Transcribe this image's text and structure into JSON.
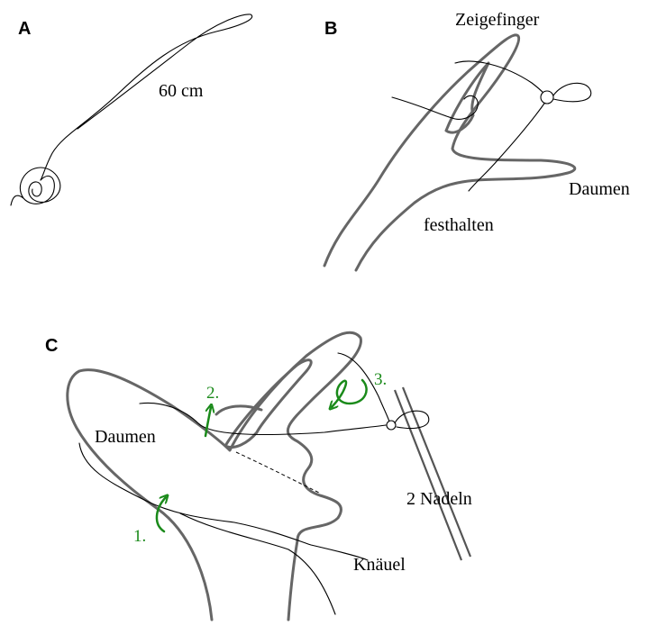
{
  "colors": {
    "arrow": "#1a8a1a",
    "hand": "#666666",
    "yarn": "#000000"
  },
  "panels": {
    "a": {
      "label": "A",
      "length_label": "60 cm"
    },
    "b": {
      "label": "B",
      "finger_label": "Zeigefinger",
      "thumb_label": "Daumen",
      "hold_label": "festhalten"
    },
    "c": {
      "label": "C",
      "thumb_label": "Daumen",
      "needles_label": "2 Nadeln",
      "ball_label": "Knäuel",
      "steps": [
        "1.",
        "2.",
        "3."
      ]
    }
  }
}
